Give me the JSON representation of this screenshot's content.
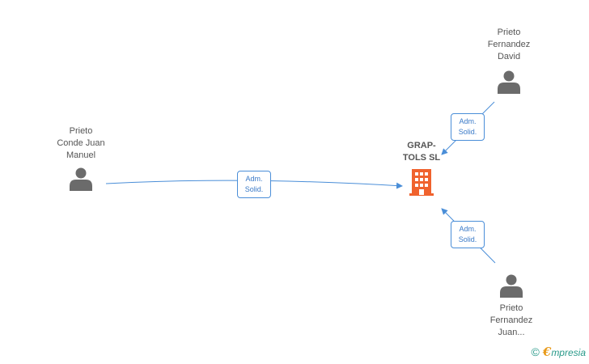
{
  "people": [
    {
      "id": "p1",
      "name_lines": [
        "Prieto",
        "Conde Juan",
        "Manuel"
      ]
    },
    {
      "id": "p2",
      "name_lines": [
        "Prieto",
        "Fernandez",
        "David"
      ]
    },
    {
      "id": "p3",
      "name_lines": [
        "Prieto",
        "Fernandez",
        "Juan..."
      ]
    }
  ],
  "company": {
    "name_lines": [
      "GRAP-",
      "TOLS SL"
    ]
  },
  "relations": [
    {
      "from": "p1",
      "label_lines": [
        "Adm.",
        "Solid."
      ]
    },
    {
      "from": "p2",
      "label_lines": [
        "Adm.",
        "Solid."
      ]
    },
    {
      "from": "p3",
      "label_lines": [
        "Adm.",
        "Solid."
      ]
    }
  ],
  "footer": {
    "copyright_symbol": "©",
    "brand_initial": "€",
    "brand_rest": "mpresia"
  },
  "colors": {
    "edge": "#4a8ed8",
    "person_icon": "#6b6b6b",
    "company_icon": "#f0622d",
    "brand": "#2a9a8a"
  },
  "icons": {
    "person": "person-silhouette-icon",
    "company": "building-icon"
  }
}
